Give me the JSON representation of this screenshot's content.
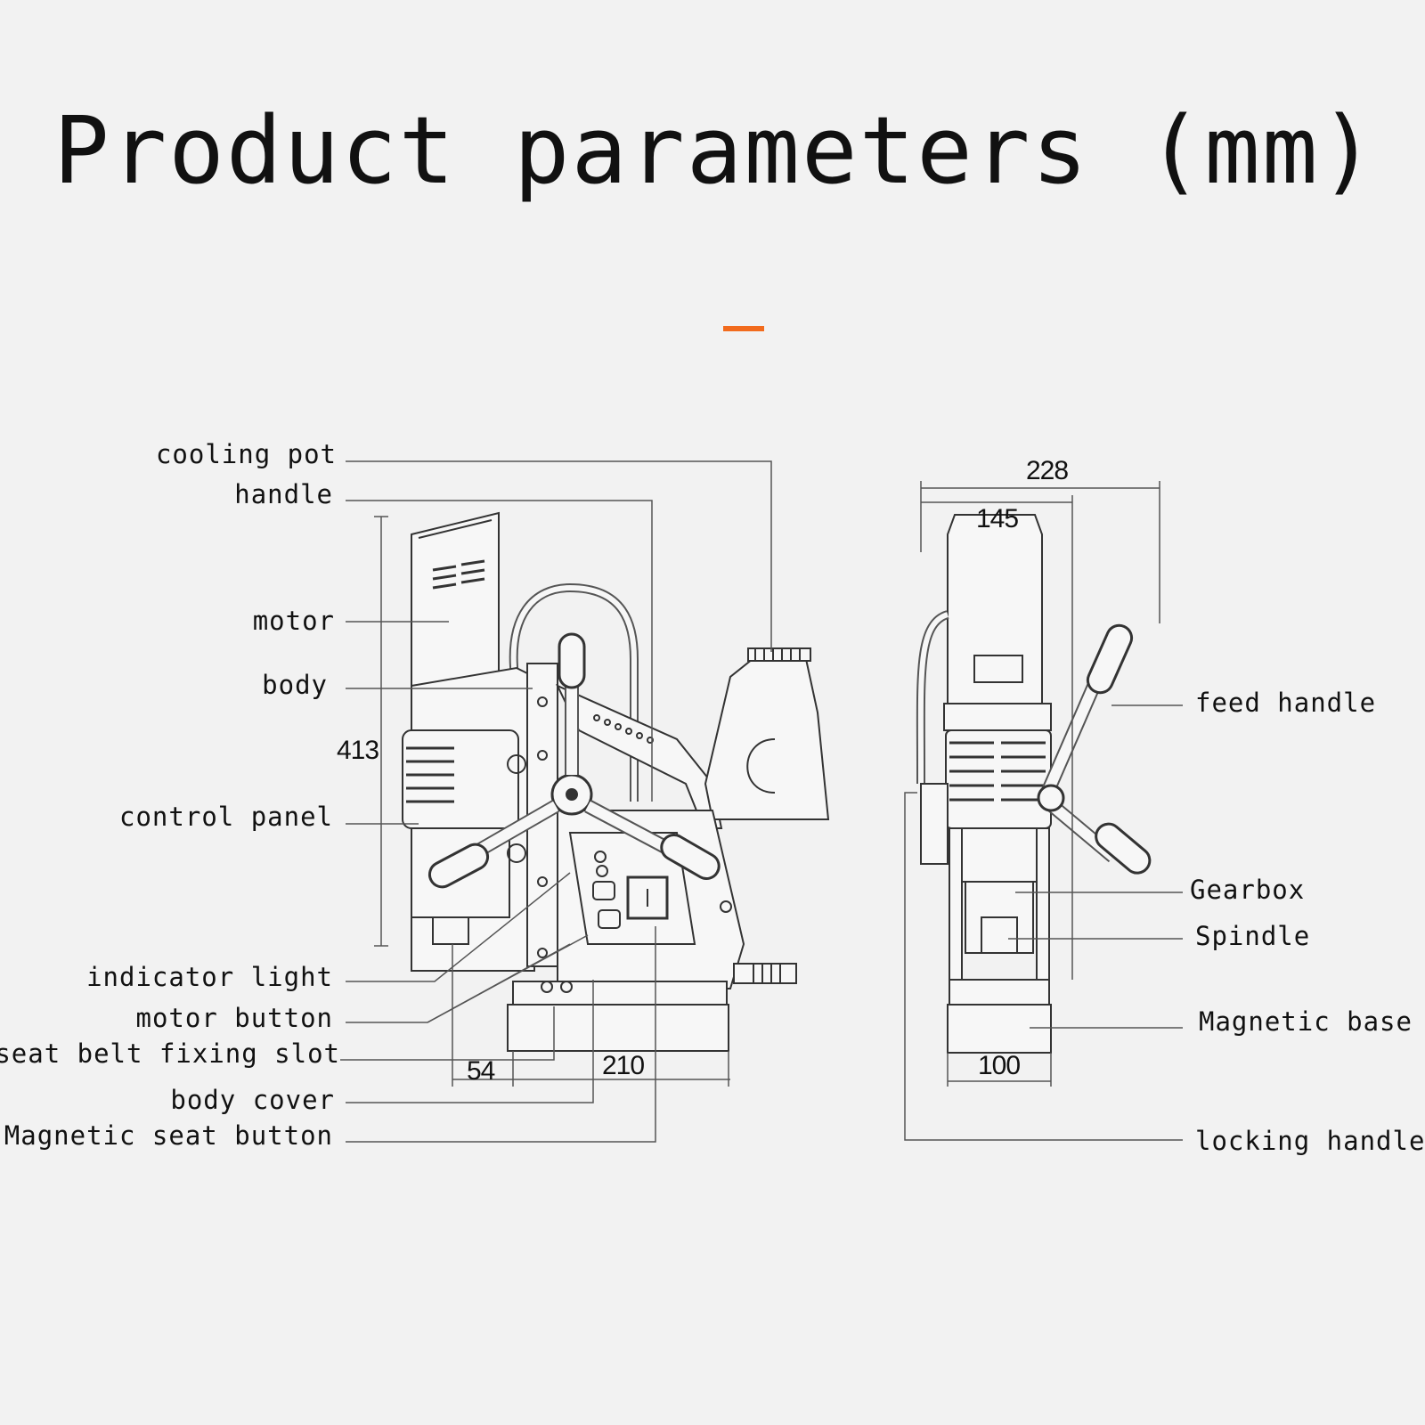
{
  "title": "Product parameters (mm)",
  "accent_color": "#f26b1d",
  "left_labels": {
    "cooling_pot": "cooling pot",
    "handle": "handle",
    "motor": "motor",
    "body": "body",
    "control_panel": "control panel",
    "indicator_light": "indicator light",
    "motor_button": "motor button",
    "seat_belt_fixing_slot": "seat belt fixing slot",
    "body_cover": "body cover",
    "magnetic_seat_button": "Magnetic seat button"
  },
  "right_labels": {
    "feed_handle": "feed handle",
    "gearbox": "Gearbox",
    "spindle": "Spindle",
    "magnetic_base": "Magnetic base",
    "locking_handle": "locking handle"
  },
  "dimensions": {
    "height": "413",
    "offset": "54",
    "base_length": "210",
    "overall_width": "228",
    "motor_width": "145",
    "base_width": "100"
  }
}
